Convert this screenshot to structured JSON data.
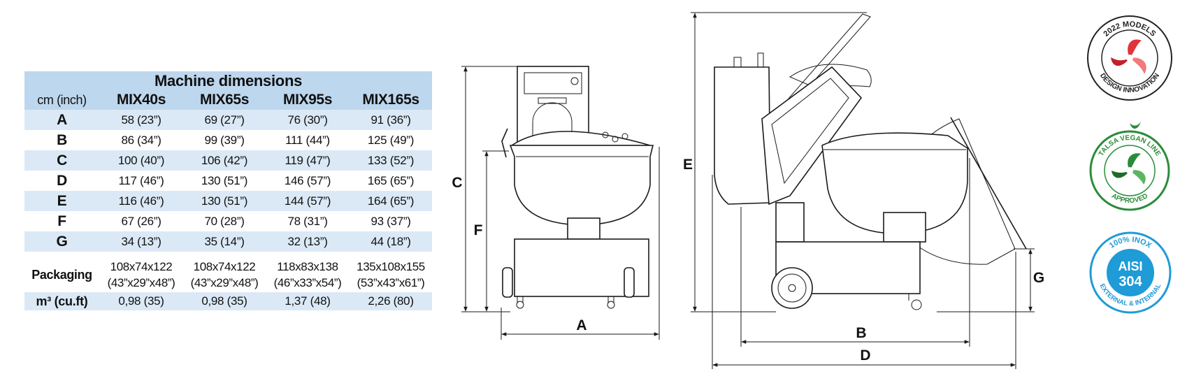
{
  "table": {
    "title": "Machine dimensions",
    "unit_label": "cm (inch)",
    "models": [
      "MIX40s",
      "MIX65s",
      "MIX95s",
      "MIX165s"
    ],
    "rows": [
      {
        "label": "A",
        "values": [
          "58 (23”)",
          "69 (27”)",
          "76 (30”)",
          "91 (36”)"
        ]
      },
      {
        "label": "B",
        "values": [
          "86 (34”)",
          "99 (39”)",
          "111 (44”)",
          "125 (49”)"
        ]
      },
      {
        "label": "C",
        "values": [
          "100 (40”)",
          "106 (42”)",
          "119 (47”)",
          "133 (52”)"
        ]
      },
      {
        "label": "D",
        "values": [
          "117 (46”)",
          "130 (51”)",
          "146 (57”)",
          "165 (65”)"
        ]
      },
      {
        "label": "E",
        "values": [
          "116 (46”)",
          "130 (51”)",
          "144 (57”)",
          "164 (65”)"
        ]
      },
      {
        "label": "F",
        "values": [
          "67 (26”)",
          "70 (28”)",
          "78 (31”)",
          "93 (37”)"
        ]
      },
      {
        "label": "G",
        "values": [
          "34 (13”)",
          "35 (14”)",
          "32 (13”)",
          "44 (18”)"
        ]
      }
    ],
    "packaging": {
      "label": "Packaging",
      "values": [
        {
          "cm": "108x74x122",
          "inch": "(43”x29”x48”)"
        },
        {
          "cm": "108x74x122",
          "inch": "(43”x29”x48”)"
        },
        {
          "cm": "118x83x138",
          "inch": "(46”x33”x54”)"
        },
        {
          "cm": "135x108x155",
          "inch": "(53”x43”x61”)"
        }
      ]
    },
    "volume": {
      "label": "m³ (cu.ft)",
      "values": [
        "0,98 (35)",
        "0,98 (35)",
        "1,37 (48)",
        "2,26 (80)"
      ]
    }
  },
  "drawing_labels": {
    "a": "A",
    "b": "B",
    "c": "C",
    "d": "D",
    "e": "E",
    "f": "F",
    "g": "G"
  },
  "badges": {
    "models": {
      "top": "2022 MODELS",
      "bottom": "DESIGN INNOVATION",
      "color": "#e0333a"
    },
    "vegan": {
      "top": "TALSA VEGAN LINE",
      "bottom": "APPROVED",
      "color": "#2a8c3a"
    },
    "inox": {
      "top": "100% INOX",
      "bottom": "EXTERNAL & INTERNAL",
      "line1": "AISI",
      "line2": "304",
      "color": "#1f9bd7"
    }
  },
  "colors": {
    "header_bg": "#bdd7ee",
    "row_shade": "#dbe9f6"
  }
}
